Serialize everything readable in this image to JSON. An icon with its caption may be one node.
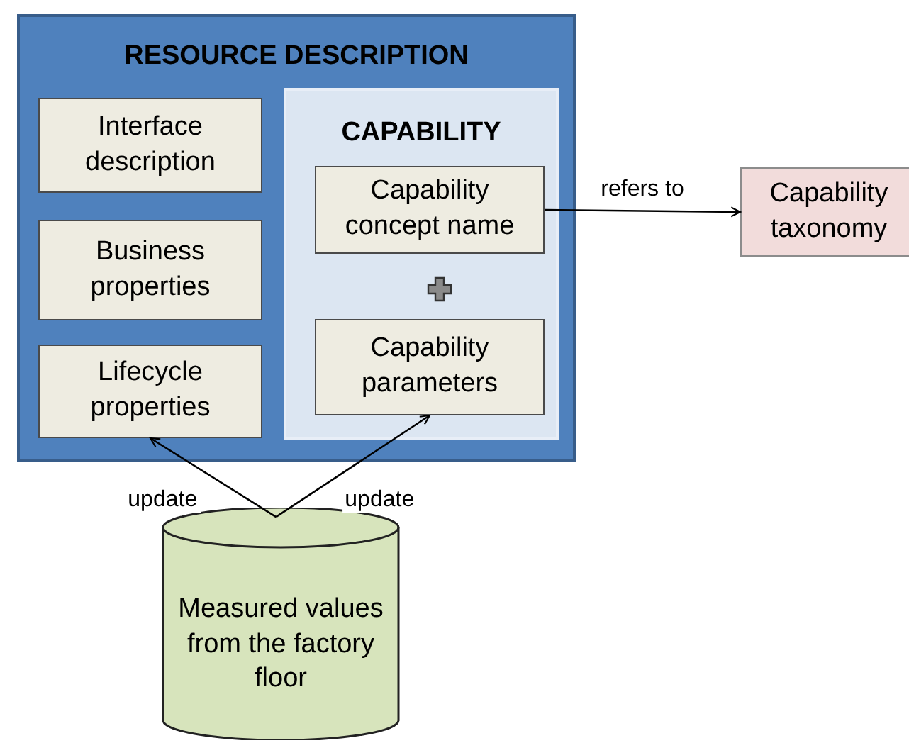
{
  "diagram": {
    "nodes": [
      {
        "text": [
          "RESOURCE DESCRIPTION"
        ]
      },
      {
        "text": [
          "Interface description"
        ],
        "in": 0
      },
      {
        "text": [
          "Business properties"
        ],
        "in": 0
      },
      {
        "text": [
          "Lifecycle properties"
        ],
        "in": 0
      },
      {
        "text": [
          "CAPABILITY"
        ],
        "in": 0
      },
      {
        "text": [
          "Capability concept name"
        ],
        "in": 4
      },
      {
        "text": [
          "Capability parameters"
        ],
        "in": 4
      },
      {
        "text": [
          "Capability taxonomy"
        ]
      },
      {
        "text": [
          "Measured values from the factory floor"
        ]
      }
    ],
    "edges": [
      {
        "from": 5,
        "to": 7,
        "arrow": "to",
        "label": "refers to"
      },
      {
        "from": 8,
        "to": 3,
        "arrow": "to",
        "label": "update"
      },
      {
        "from": 8,
        "to": 6,
        "arrow": "to",
        "label": "update"
      }
    ]
  }
}
